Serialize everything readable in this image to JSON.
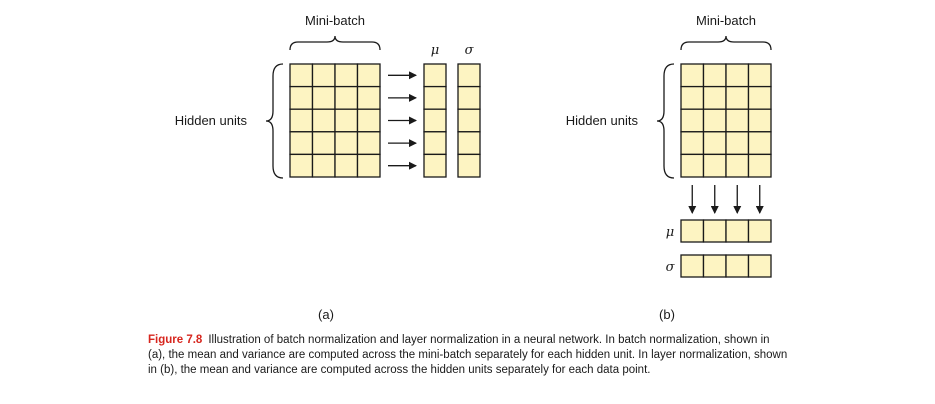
{
  "diagram": {
    "panel_a": {
      "top_label": "Mini-batch",
      "side_label": "Hidden units",
      "mean_symbol": "μ",
      "var_symbol": "σ",
      "sublabel": "(a)",
      "rows": 5,
      "cols": 4
    },
    "panel_b": {
      "top_label": "Mini-batch",
      "side_label": "Hidden units",
      "mean_symbol": "μ",
      "var_symbol": "σ",
      "sublabel": "(b)",
      "rows": 5,
      "cols": 4
    },
    "colors": {
      "cell_fill": "#fdf4c2",
      "stroke": "#1a1a1a",
      "figure_label": "#d7261e"
    }
  },
  "caption": {
    "label": "Figure 7.8",
    "text": "Illustration of batch normalization and layer normalization in a neural network. In batch normalization, shown in (a), the mean and variance are computed across the mini-batch separately for each hidden unit. In layer normalization, shown in (b), the mean and variance are computed across the hidden units separately for each data point."
  }
}
